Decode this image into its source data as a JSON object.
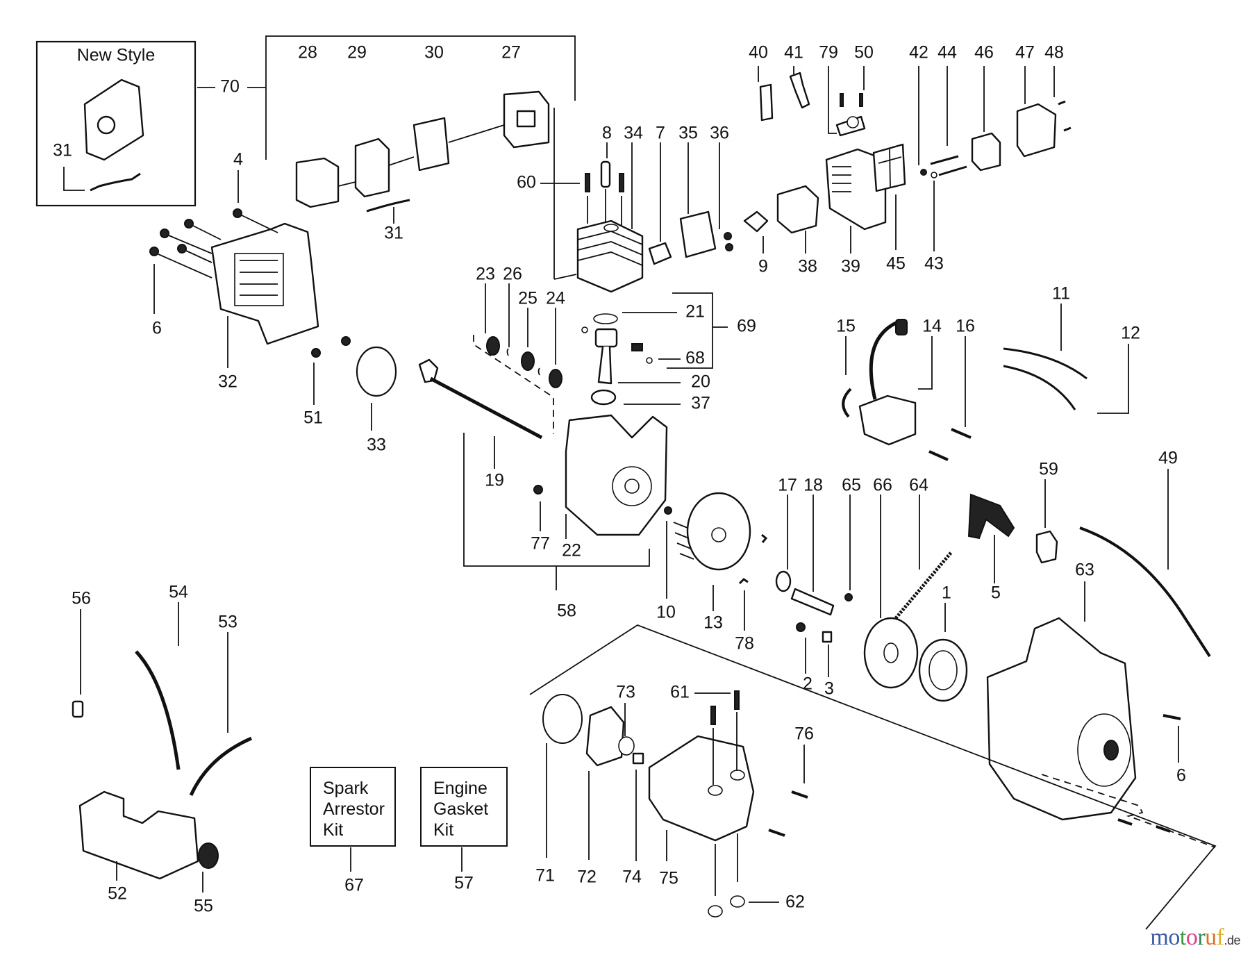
{
  "diagram": {
    "inset": {
      "title": "New Style",
      "parts": [
        "31"
      ]
    },
    "kits": [
      {
        "id": "spark-arrestor-kit",
        "lines": [
          "Spark",
          "Arrestor",
          "Kit"
        ],
        "part_number": "67"
      },
      {
        "id": "engine-gasket-kit",
        "lines": [
          "Engine",
          "Gasket",
          "Kit"
        ],
        "part_number": "57"
      }
    ],
    "callouts": [
      {
        "id": "70",
        "label": "70"
      },
      {
        "id": "28",
        "label": "28"
      },
      {
        "id": "29",
        "label": "29"
      },
      {
        "id": "30",
        "label": "30"
      },
      {
        "id": "27",
        "label": "27"
      },
      {
        "id": "31a",
        "label": "31"
      },
      {
        "id": "31b",
        "label": "31"
      },
      {
        "id": "4",
        "label": "4"
      },
      {
        "id": "6a",
        "label": "6"
      },
      {
        "id": "32",
        "label": "32"
      },
      {
        "id": "51",
        "label": "51"
      },
      {
        "id": "33",
        "label": "33"
      },
      {
        "id": "60",
        "label": "60"
      },
      {
        "id": "8",
        "label": "8"
      },
      {
        "id": "34",
        "label": "34"
      },
      {
        "id": "7",
        "label": "7"
      },
      {
        "id": "35",
        "label": "35"
      },
      {
        "id": "36",
        "label": "36"
      },
      {
        "id": "40",
        "label": "40"
      },
      {
        "id": "41",
        "label": "41"
      },
      {
        "id": "79",
        "label": "79"
      },
      {
        "id": "50",
        "label": "50"
      },
      {
        "id": "42",
        "label": "42"
      },
      {
        "id": "44",
        "label": "44"
      },
      {
        "id": "46",
        "label": "46"
      },
      {
        "id": "47",
        "label": "47"
      },
      {
        "id": "48",
        "label": "48"
      },
      {
        "id": "9",
        "label": "9"
      },
      {
        "id": "38",
        "label": "38"
      },
      {
        "id": "39",
        "label": "39"
      },
      {
        "id": "45",
        "label": "45"
      },
      {
        "id": "43",
        "label": "43"
      },
      {
        "id": "23",
        "label": "23"
      },
      {
        "id": "26",
        "label": "26"
      },
      {
        "id": "25",
        "label": "25"
      },
      {
        "id": "24",
        "label": "24"
      },
      {
        "id": "21",
        "label": "21"
      },
      {
        "id": "69",
        "label": "69"
      },
      {
        "id": "68",
        "label": "68"
      },
      {
        "id": "20",
        "label": "20"
      },
      {
        "id": "37",
        "label": "37"
      },
      {
        "id": "15",
        "label": "15"
      },
      {
        "id": "14",
        "label": "14"
      },
      {
        "id": "16",
        "label": "16"
      },
      {
        "id": "11",
        "label": "11"
      },
      {
        "id": "12",
        "label": "12"
      },
      {
        "id": "19",
        "label": "19"
      },
      {
        "id": "77",
        "label": "77"
      },
      {
        "id": "22",
        "label": "22"
      },
      {
        "id": "58",
        "label": "58"
      },
      {
        "id": "10",
        "label": "10"
      },
      {
        "id": "13",
        "label": "13"
      },
      {
        "id": "78",
        "label": "78"
      },
      {
        "id": "17",
        "label": "17"
      },
      {
        "id": "18",
        "label": "18"
      },
      {
        "id": "65",
        "label": "65"
      },
      {
        "id": "66",
        "label": "66"
      },
      {
        "id": "64",
        "label": "64"
      },
      {
        "id": "1",
        "label": "1"
      },
      {
        "id": "5",
        "label": "5"
      },
      {
        "id": "59",
        "label": "59"
      },
      {
        "id": "49",
        "label": "49"
      },
      {
        "id": "63",
        "label": "63"
      },
      {
        "id": "2",
        "label": "2"
      },
      {
        "id": "3",
        "label": "3"
      },
      {
        "id": "6b",
        "label": "6"
      },
      {
        "id": "56",
        "label": "56"
      },
      {
        "id": "54",
        "label": "54"
      },
      {
        "id": "53",
        "label": "53"
      },
      {
        "id": "52",
        "label": "52"
      },
      {
        "id": "55",
        "label": "55"
      },
      {
        "id": "67",
        "label": "67"
      },
      {
        "id": "57",
        "label": "57"
      },
      {
        "id": "73",
        "label": "73"
      },
      {
        "id": "61",
        "label": "61"
      },
      {
        "id": "76",
        "label": "76"
      },
      {
        "id": "71",
        "label": "71"
      },
      {
        "id": "72",
        "label": "72"
      },
      {
        "id": "74",
        "label": "74"
      },
      {
        "id": "75",
        "label": "75"
      },
      {
        "id": "62",
        "label": "62"
      }
    ]
  },
  "watermark": {
    "letters": [
      {
        "ch": "m",
        "color": "#3b5ba9"
      },
      {
        "ch": "o",
        "color": "#3b5ba9"
      },
      {
        "ch": "t",
        "color": "#3a9a3a"
      },
      {
        "ch": "o",
        "color": "#e0408a"
      },
      {
        "ch": "r",
        "color": "#2e8b57"
      },
      {
        "ch": "u",
        "color": "#e07020"
      },
      {
        "ch": "f",
        "color": "#e0b020"
      }
    ],
    "suffix": ".de"
  }
}
